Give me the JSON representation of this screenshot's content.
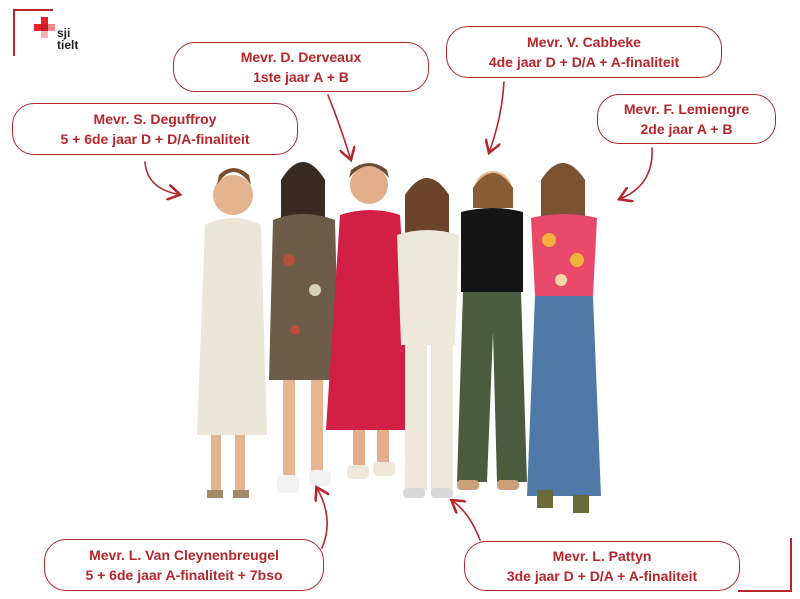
{
  "logo": {
    "line1": "sji",
    "line2": "tielt",
    "accent": "#e2262a",
    "text_color": "#222222"
  },
  "accent_color": "#b5272d",
  "people": [
    {
      "id": "deguffroy",
      "name": "Mevr. S. Deguffroy",
      "role": "5 + 6de jaar D + D/A-finaliteit"
    },
    {
      "id": "derveaux",
      "name": "Mevr. D. Derveaux",
      "role": "1ste jaar A + B"
    },
    {
      "id": "cabbeke",
      "name": "Mevr. V. Cabbeke",
      "role": "4de jaar D + D/A + A-finaliteit"
    },
    {
      "id": "lemiengre",
      "name": "Mevr. F. Lemiengre",
      "role": "2de jaar A + B"
    },
    {
      "id": "vancleynenbreugel",
      "name": "Mevr. L. Van Cleynenbreugel",
      "role": "5 + 6de jaar A-finaliteit + 7bso"
    },
    {
      "id": "pattyn",
      "name": "Mevr. L. Pattyn",
      "role": "3de jaar D + D/A + A-finaliteit"
    }
  ]
}
